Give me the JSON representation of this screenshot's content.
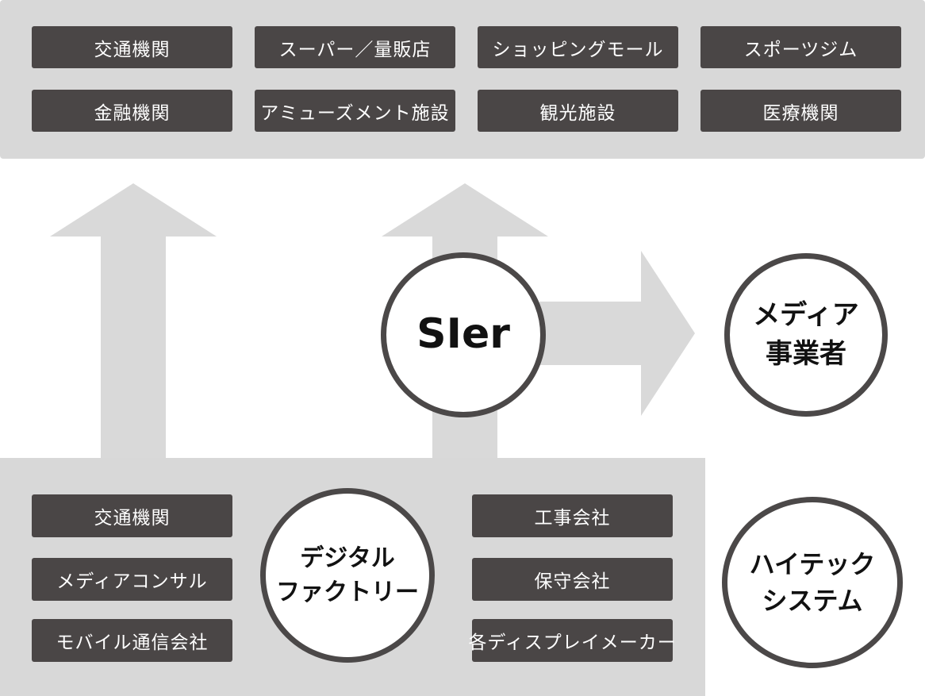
{
  "top_tags": {
    "r1": [
      "交通機関",
      "スーパー／量販店",
      "ショッピングモール",
      "スポーツジム"
    ],
    "r2": [
      "金融機関",
      "アミューズメント施設",
      "観光施設",
      "医療機関"
    ]
  },
  "left_tags": [
    "交通機関",
    "メディアコンサル",
    "モバイル通信会社"
  ],
  "right_tags": [
    "工事会社",
    "保守会社",
    "各ディスプレイメーカー"
  ],
  "circles": {
    "sier": "SIer",
    "media": [
      "メディア",
      "事業者"
    ],
    "digital": [
      "デジタル",
      "ファクトリー"
    ],
    "hitech": [
      "ハイテック",
      "システム"
    ]
  },
  "colors": {
    "panel": "#d8d8d8",
    "tag": "#4a4646",
    "arrow": "#d9d9d9",
    "circle_border": "#4b4848"
  }
}
